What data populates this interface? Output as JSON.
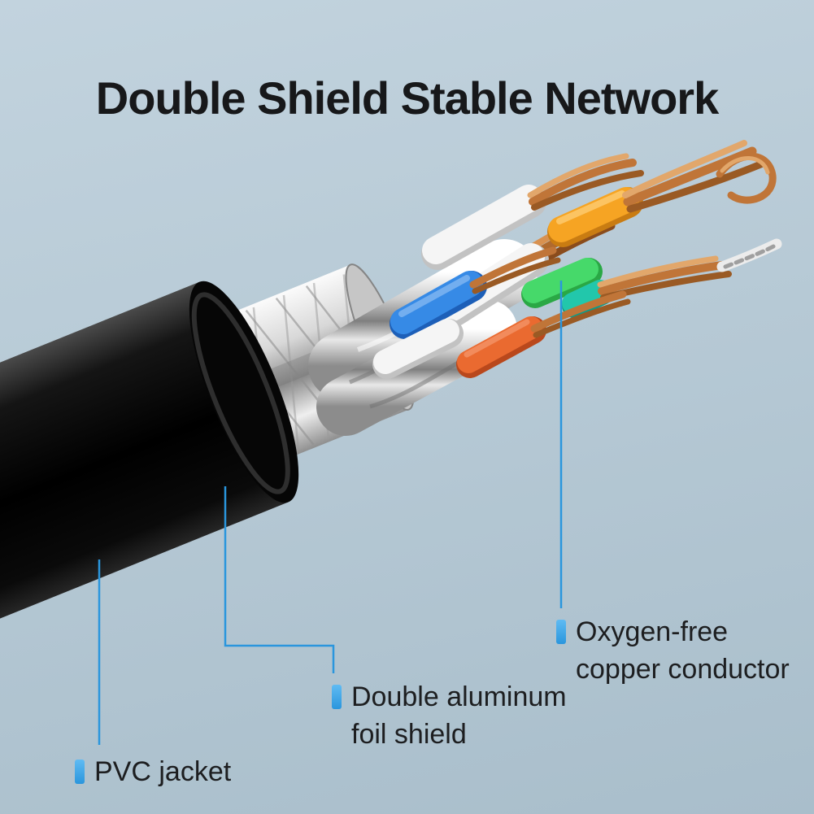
{
  "title": "Double Shield Stable Network",
  "callouts": {
    "pvc": {
      "label": "PVC jacket"
    },
    "foil": {
      "label_line1": "Double aluminum",
      "label_line2": "foil shield"
    },
    "conductor": {
      "label_line1": "Oxygen-free",
      "label_line2": "copper conductor"
    }
  },
  "icons": {
    "callout_marker": "blue-vertical-bar"
  },
  "colors": {
    "background_top": "#c2d3de",
    "background_bottom": "#a9becb",
    "accent": "#2a96dd",
    "title_text": "#17181a",
    "label_text": "#1d1e20",
    "jacket_black": "#070707",
    "shield_silver": "#c9c9c9",
    "copper": "#c07538",
    "wire_white": "#f5f5f5",
    "wire_blue": "#368ae6",
    "wire_orange": "#f6a423",
    "wire_green": "#46d96a",
    "wire_teal": "#22c7ab",
    "wire_red": "#ea6a30"
  }
}
